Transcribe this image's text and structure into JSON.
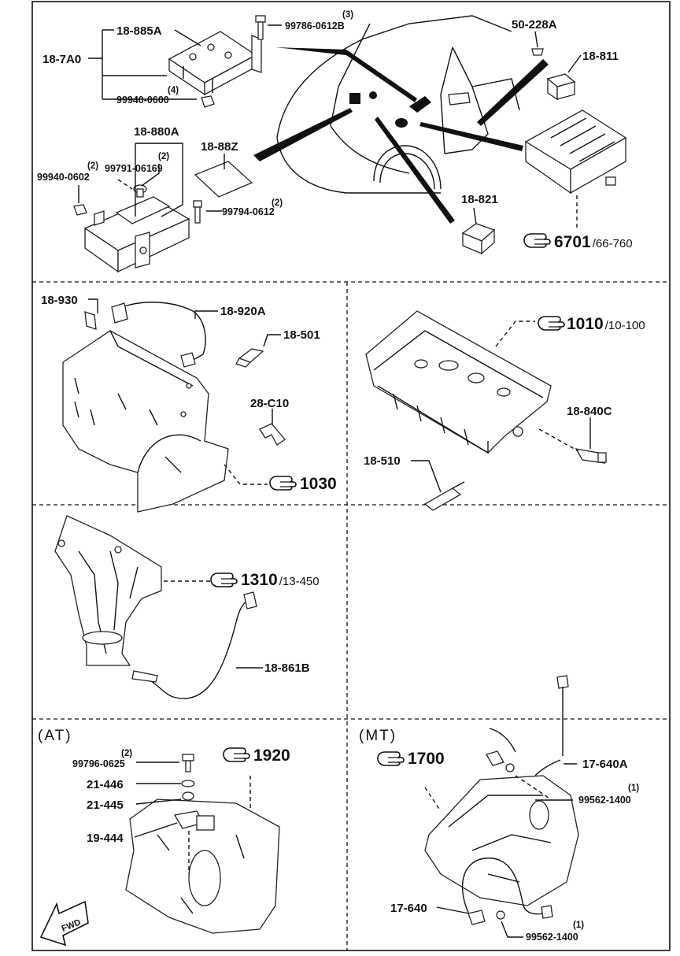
{
  "panels": {
    "top": {
      "labels": {
        "p_18885A": "18-885A",
        "p_187A0": "18-7A0",
        "p_99786": "99786-0612B",
        "p_99786_qty": "(3)",
        "p_99940_0600": "99940-0600",
        "p_99940_0600_qty": "(4)",
        "p_18880A": "18-880A",
        "p_99791": "99791-06169",
        "p_99791_qty": "(2)",
        "p_99940_0602": "99940-0602",
        "p_99940_0602_qty": "(2)",
        "p_1888Z": "18-88Z",
        "p_99794": "99794-0612",
        "p_99794_qty": "(2)",
        "p_50228A": "50-228A",
        "p_18811": "18-811",
        "p_18821": "18-821"
      },
      "ref": {
        "num": "6701",
        "sub": "/66-760"
      }
    },
    "mid_left": {
      "labels": {
        "p_18930": "18-930",
        "p_18920A": "18-920A",
        "p_18501": "18-501",
        "p_28C10": "28-C10"
      },
      "ref": {
        "num": "1030",
        "sub": ""
      }
    },
    "mid_right": {
      "labels": {
        "p_18840C": "18-840C",
        "p_18510": "18-510"
      },
      "ref": {
        "num": "1010",
        "sub": "/10-100"
      }
    },
    "exhaust": {
      "labels": {
        "p_18861B": "18-861B"
      },
      "ref": {
        "num": "1310",
        "sub": "/13-450"
      }
    },
    "at": {
      "variant": "(AT)",
      "labels": {
        "p_99796": "99796-0625",
        "p_99796_qty": "(2)",
        "p_21446": "21-446",
        "p_21445": "21-445",
        "p_19444": "19-444"
      },
      "ref": {
        "num": "1920",
        "sub": ""
      },
      "fwd": "FWD"
    },
    "mt": {
      "variant": "(MT)",
      "labels": {
        "p_17640A": "17-640A",
        "p_99562_a": "99562-1400",
        "p_99562_a_qty": "(1)",
        "p_17640": "17-640",
        "p_99562_b": "99562-1400",
        "p_99562_b_qty": "(1)"
      },
      "ref": {
        "num": "1700",
        "sub": ""
      }
    }
  },
  "icons": [
    "pointing-hand-icon",
    "fwd-arrow-icon"
  ]
}
